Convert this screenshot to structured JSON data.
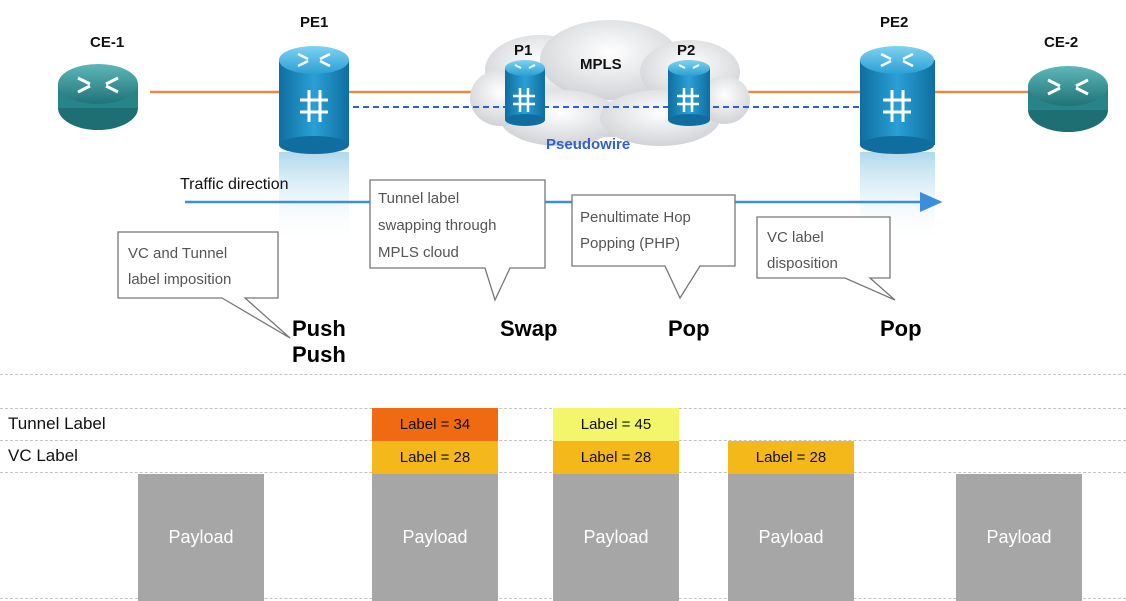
{
  "devices": {
    "ce1": "CE-1",
    "pe1": "PE1",
    "p1": "P1",
    "mpls": "MPLS",
    "p2": "P2",
    "pe2": "PE2",
    "ce2": "CE-2",
    "pseudowire": "Pseudowire"
  },
  "traffic_direction": "Traffic direction",
  "callouts": {
    "imposition": [
      "VC and Tunnel",
      "label imposition"
    ],
    "swapping": [
      "Tunnel label",
      "swapping through",
      "MPLS cloud"
    ],
    "php": [
      "Penultimate Hop",
      "Popping (PHP)"
    ],
    "disposition": [
      "VC label",
      "disposition"
    ]
  },
  "operations": {
    "push1": "Push",
    "push2": "Push",
    "swap": "Swap",
    "pop1": "Pop",
    "pop2": "Pop"
  },
  "row_labels": {
    "tunnel": "Tunnel Label",
    "vc": "VC Label"
  },
  "stacks": [
    {
      "tunnel": null,
      "vc": null,
      "payload": "Payload"
    },
    {
      "tunnel": "Label = 34",
      "vc": "Label = 28",
      "payload": "Payload"
    },
    {
      "tunnel": "Label = 45",
      "vc": "Label = 28",
      "payload": "Payload"
    },
    {
      "tunnel": null,
      "vc": "Label = 28",
      "payload": "Payload"
    },
    {
      "tunnel": null,
      "vc": null,
      "payload": "Payload"
    }
  ],
  "colors": {
    "link": "#e58a4c",
    "pseudowire": "#2f5fd6",
    "traffic_arrow": "#3b8fd8",
    "router": "#2a8a8f",
    "pe_router": "#1f8fc0",
    "label34": "#ef6a10",
    "label45": "#f3f56a",
    "label28": "#f4b81a",
    "payload": "#a6a6a6"
  }
}
